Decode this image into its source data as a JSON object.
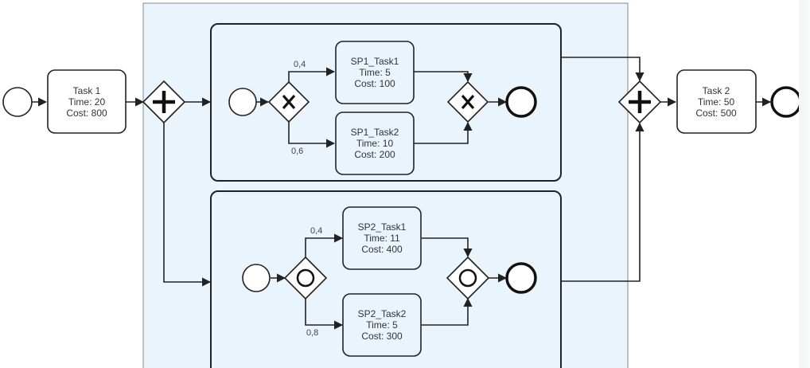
{
  "diagram": {
    "tasks": {
      "task1": {
        "lines": [
          "Task 1",
          "Time: 20",
          "Cost: 800"
        ]
      },
      "task2": {
        "lines": [
          "Task 2",
          "Time: 50",
          "Cost: 500"
        ]
      },
      "sp1_task1": {
        "lines": [
          "SP1_Task1",
          "Time: 5",
          "Cost: 100"
        ]
      },
      "sp1_task2": {
        "lines": [
          "SP1_Task2",
          "Time: 10",
          "Cost: 200"
        ]
      },
      "sp2_task1": {
        "lines": [
          "SP2_Task1",
          "Time: 11",
          "Cost: 400"
        ]
      },
      "sp2_task2": {
        "lines": [
          "SP2_Task2",
          "Time: 5",
          "Cost: 300"
        ]
      }
    },
    "probabilities": {
      "sp1_upper": "0,4",
      "sp1_lower": "0,6",
      "sp2_upper": "0,4",
      "sp2_lower": "0,8"
    },
    "gateway_symbols": {
      "parallel": "+",
      "exclusive": "X",
      "inclusive": "O"
    },
    "colors": {
      "stroke": "#222222",
      "pool_fill": "#eaf4fd",
      "pool_stroke": "#7a8a99",
      "task_fill": "#ffffff"
    }
  }
}
